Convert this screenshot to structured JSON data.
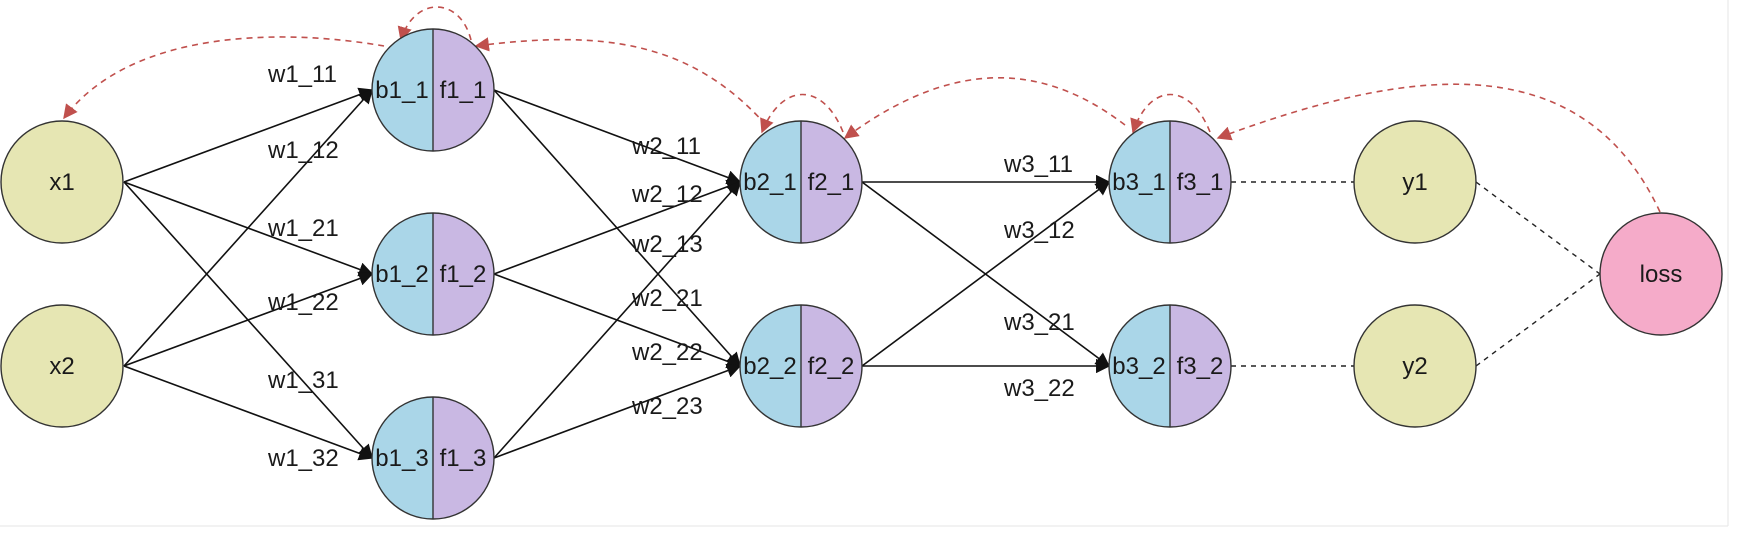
{
  "colors": {
    "input_fill": "#e6e6b3",
    "neuron_left_fill": "#aad6e8",
    "neuron_right_fill": "#c9b8e3",
    "loss_fill": "#f5abc9",
    "node_stroke": "#333333",
    "edge": "#111111",
    "backprop_edge": "#c0504d"
  },
  "nodes": {
    "x1": "x1",
    "x2": "x2",
    "n11_b": "b1_1",
    "n11_f": "f1_1",
    "n12_b": "b1_2",
    "n12_f": "f1_2",
    "n13_b": "b1_3",
    "n13_f": "f1_3",
    "n21_b": "b2_1",
    "n21_f": "f2_1",
    "n22_b": "b2_2",
    "n22_f": "f2_2",
    "n31_b": "b3_1",
    "n31_f": "f3_1",
    "n32_b": "b3_2",
    "n32_f": "f3_2",
    "y1": "y1",
    "y2": "y2",
    "loss": "loss"
  },
  "weights": {
    "w1_11": "w1_11",
    "w1_12": "w1_12",
    "w1_21": "w1_21",
    "w1_22": "w1_22",
    "w1_31": "w1_31",
    "w1_32": "w1_32",
    "w2_11": "w2_11",
    "w2_12": "w2_12",
    "w2_13": "w2_13",
    "w2_21": "w2_21",
    "w2_22": "w2_22",
    "w2_23": "w2_23",
    "w3_11": "w3_11",
    "w3_12": "w3_12",
    "w3_21": "w3_21",
    "w3_22": "w3_22"
  }
}
